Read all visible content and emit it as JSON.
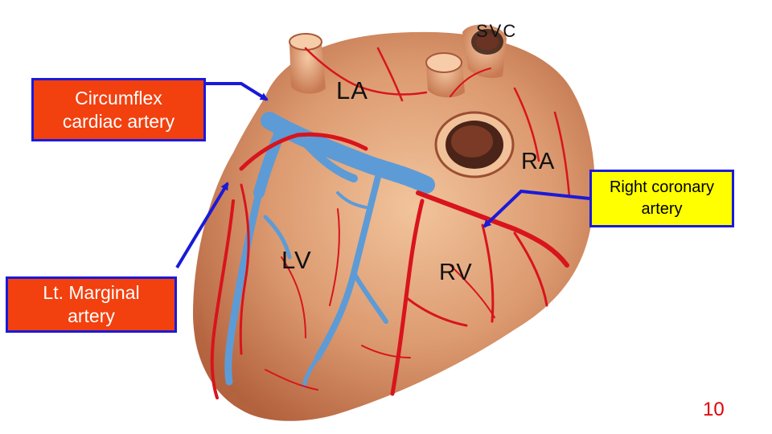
{
  "callouts": {
    "circumflex": "Circumflex\ncardiac artery",
    "marginal": "Lt. Marginal\nartery",
    "right_coronary": "Right coronary\nartery"
  },
  "labels": {
    "svc": "SVC",
    "la": "LA",
    "ra": "RA",
    "lv": "LV",
    "rv": "RV"
  },
  "page_number": "10",
  "colors": {
    "callout_red": "#f2400f",
    "callout_yellow": "#ffff00",
    "pointer_blue": "#1a1ad8",
    "artery_red": "#d8141c",
    "vein_blue": "#5d9bd6",
    "myocardium": "#d88f66"
  }
}
